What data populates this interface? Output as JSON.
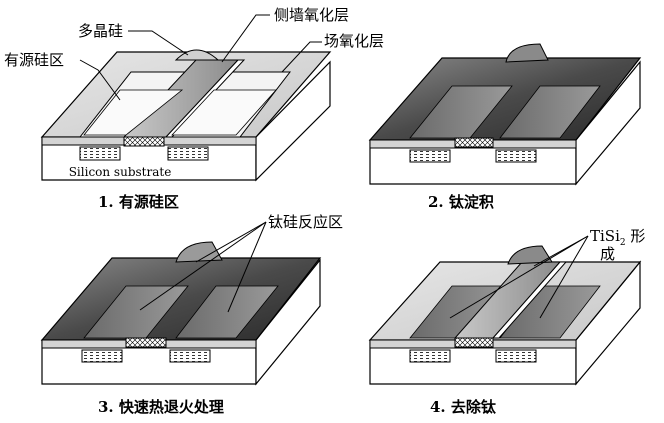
{
  "labels": {
    "polysilicon": "多晶硅",
    "sidewall_oxide": "侧墙氧化层",
    "field_oxide": "场氧化层",
    "active_region": "有源硅区",
    "substrate": "Silicon substrate",
    "ti_si_region": "钛硅反应区",
    "tisi2_prefix": "TiSi",
    "tisi2_sub": "2",
    "tisi2_suffix_1": " 形",
    "tisi2_suffix_2": "成"
  },
  "captions": {
    "step1": "1. 有源硅区",
    "step2": "2. 钛淀积",
    "step3": "3. 快速热退火处理",
    "step4": "4. 去除钛"
  },
  "colors": {
    "substrate_face": "#ffffff",
    "oxide_light": "#d9d9d9",
    "oxide_mid": "#bdbdbd",
    "titanium_dark": "#5a5a5a",
    "poly_gray": "#a8a8a8",
    "outline": "#000000"
  }
}
